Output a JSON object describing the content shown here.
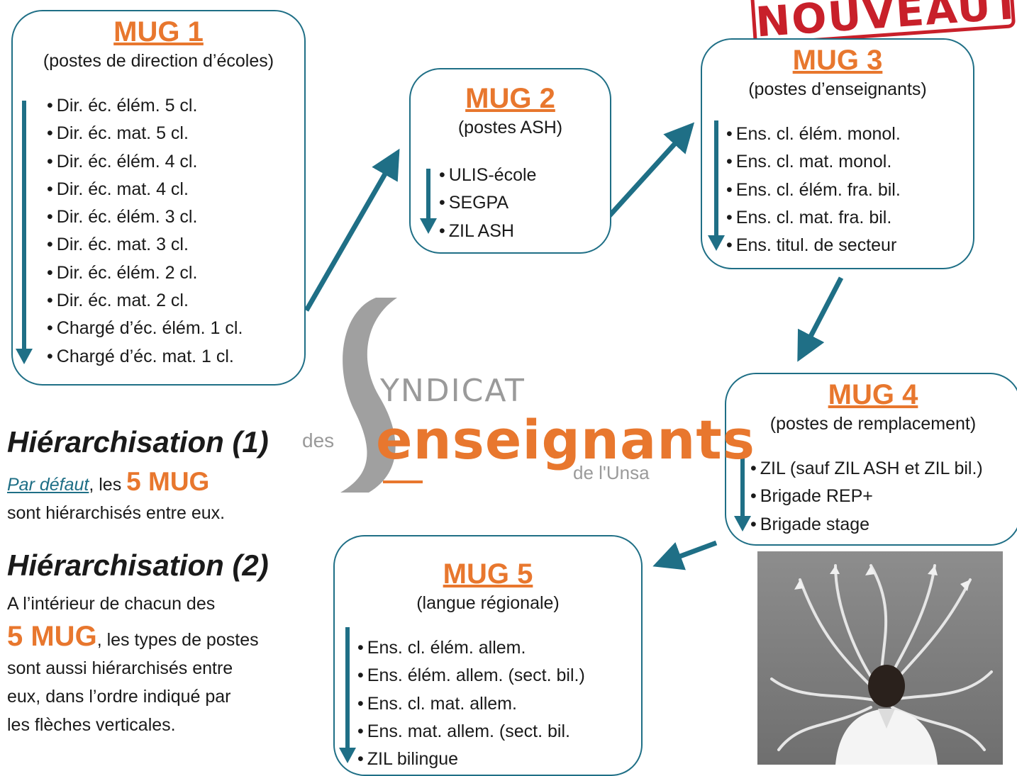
{
  "colors": {
    "accent": "#e8772e",
    "arrow": "#1f6f86",
    "logo_gray": "#9a9a9a"
  },
  "mug1": {
    "title": "MUG 1",
    "subtitle": "(postes de direction d’écoles)",
    "items": [
      "Dir. éc. élém. 5 cl.",
      "Dir. éc. mat. 5 cl.",
      "Dir. éc. élém. 4 cl.",
      "Dir. éc. mat. 4 cl.",
      "Dir. éc. élém. 3 cl.",
      "Dir. éc. mat. 3 cl.",
      "Dir. éc. élém. 2 cl.",
      "Dir. éc. mat. 2 cl.",
      "Chargé d’éc. élém. 1 cl.",
      "Chargé d’éc. mat. 1 cl."
    ]
  },
  "mug2": {
    "title": "MUG 2",
    "subtitle": "(postes ASH)",
    "items": [
      "ULIS-école",
      "SEGPA",
      "ZIL ASH"
    ]
  },
  "mug3": {
    "title": "MUG 3",
    "subtitle": "(postes d’enseignants)",
    "items": [
      "Ens. cl. élém. monol.",
      "Ens. cl. mat. monol.",
      "Ens. cl. élém. fra. bil.",
      "Ens. cl. mat. fra. bil.",
      "Ens. titul. de secteur"
    ]
  },
  "mug4": {
    "title": "MUG 4",
    "subtitle": "(postes de remplacement)",
    "items": [
      "ZIL (sauf ZIL ASH et ZIL bil.)",
      "Brigade REP+",
      "Brigade stage"
    ]
  },
  "mug5": {
    "title": "MUG 5",
    "subtitle": "(langue régionale)",
    "items": [
      "Ens. cl. élém. allem.",
      "Ens. élém. allem. (sect. bil.)",
      "Ens. cl. mat. allem.",
      "Ens. mat. allem. (sect. bil.",
      "ZIL bilingue"
    ]
  },
  "logo": {
    "line1": "YNDICAT",
    "prefix": "des",
    "word": "enseignants",
    "suffix": "de l'Unsa"
  },
  "stamp": {
    "text": "NOUVEAUTE"
  },
  "hier1": {
    "heading": "Hiérarchisation (1)",
    "link": "Par défaut",
    "text_a": ", les ",
    "strong": "5 MUG",
    "text_b": "sont hiérarchisés entre eux."
  },
  "hier2": {
    "heading": "Hiérarchisation (2)",
    "line1": "A l’intérieur de chacun des",
    "strong": "5 MUG",
    "text_a": ", les types de postes",
    "line3": "sont aussi hiérarchisés entre",
    "line4": "eux, dans l’ordre indiqué par",
    "line5": "les flèches verticales."
  }
}
